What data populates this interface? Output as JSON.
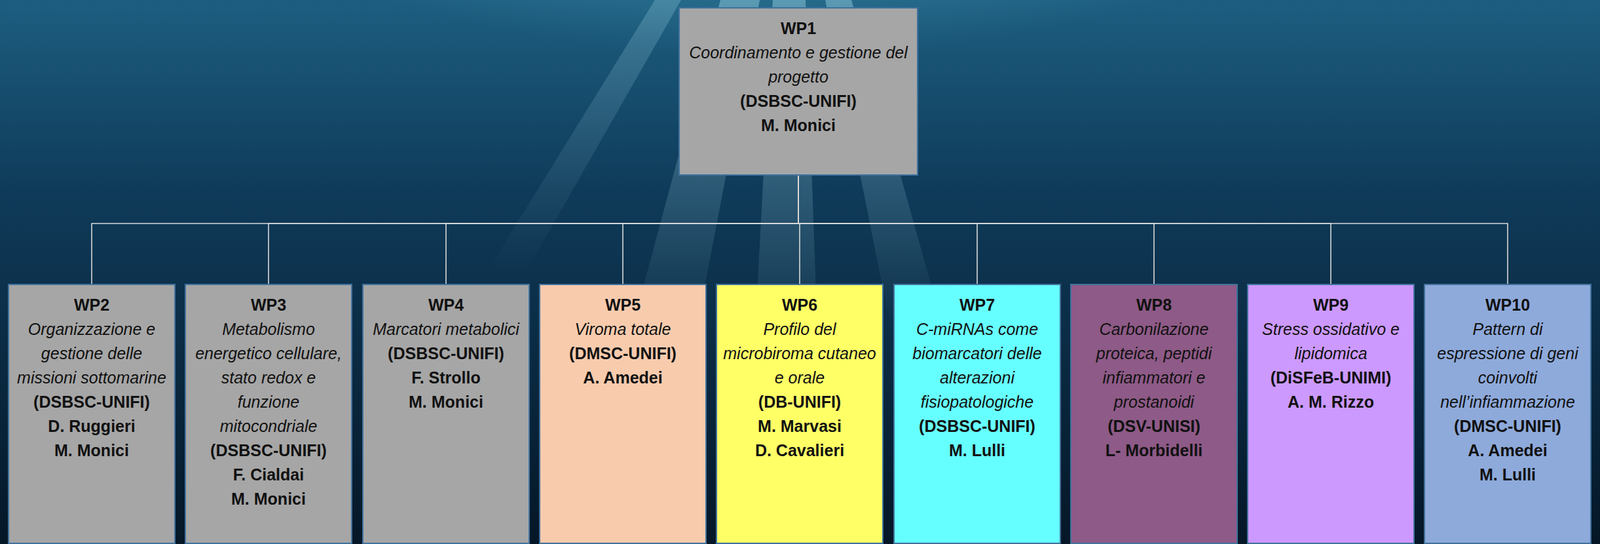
{
  "diagram": {
    "nodes": [
      {
        "text": [
          "WP1",
          "Coordinamento e gestione del progetto",
          "(DSBSC-UNIFI)",
          "M. Monici"
        ]
      },
      {
        "text": [
          "WP2",
          "Organizzazione e gestione delle missioni sottomarine",
          "(DSBSC-UNIFI)",
          "D. Ruggieri",
          "M. Monici"
        ]
      },
      {
        "text": [
          "WP3",
          "Metabolismo energetico cellulare, stato redox e funzione mitocondriale",
          "(DSBSC-UNIFI)",
          "F. Cialdai",
          "M. Monici"
        ]
      },
      {
        "text": [
          "WP4",
          "Marcatori metabolici",
          "(DSBSC-UNIFI)",
          "F. Strollo",
          "M. Monici"
        ]
      },
      {
        "text": [
          "WP5",
          "Viroma totale",
          "(DMSC-UNIFI)",
          "A. Amedei"
        ]
      },
      {
        "text": [
          "WP6",
          "Profilo del microbiroma cutaneo e orale",
          "(DB-UNIFI)",
          "M. Marvasi",
          "D. Cavalieri"
        ]
      },
      {
        "text": [
          "WP7",
          "C-miRNAs come biomarcatori delle alterazioni fisiopatologiche",
          "(DSBSC-UNIFI)",
          "M. Lulli"
        ]
      },
      {
        "text": [
          "WP8",
          "Carbonilazione proteica, peptidi infiammatori e prostanoidi",
          "(DSV-UNISI)",
          "L- Morbidelli"
        ]
      },
      {
        "text": [
          "WP9",
          "Stress ossidativo e lipidomica",
          "(DiSFeB-UNIMI)",
          "A. M. Rizzo"
        ]
      },
      {
        "text": [
          "WP10",
          "Pattern di espressione di geni coinvolti nell’infiammazione",
          "(DMSC-UNIFI)",
          "A. Amedei",
          "M. Lulli"
        ]
      }
    ],
    "edges": [
      {
        "from": 0,
        "to": 1,
        "arrow": "none"
      },
      {
        "from": 0,
        "to": 2,
        "arrow": "none"
      },
      {
        "from": 0,
        "to": 3,
        "arrow": "none"
      },
      {
        "from": 0,
        "to": 4,
        "arrow": "none"
      },
      {
        "from": 0,
        "to": 5,
        "arrow": "none"
      },
      {
        "from": 0,
        "to": 6,
        "arrow": "none"
      },
      {
        "from": 0,
        "to": 7,
        "arrow": "none"
      },
      {
        "from": 0,
        "to": 8,
        "arrow": "none"
      },
      {
        "from": 0,
        "to": 9,
        "arrow": "none"
      }
    ]
  }
}
